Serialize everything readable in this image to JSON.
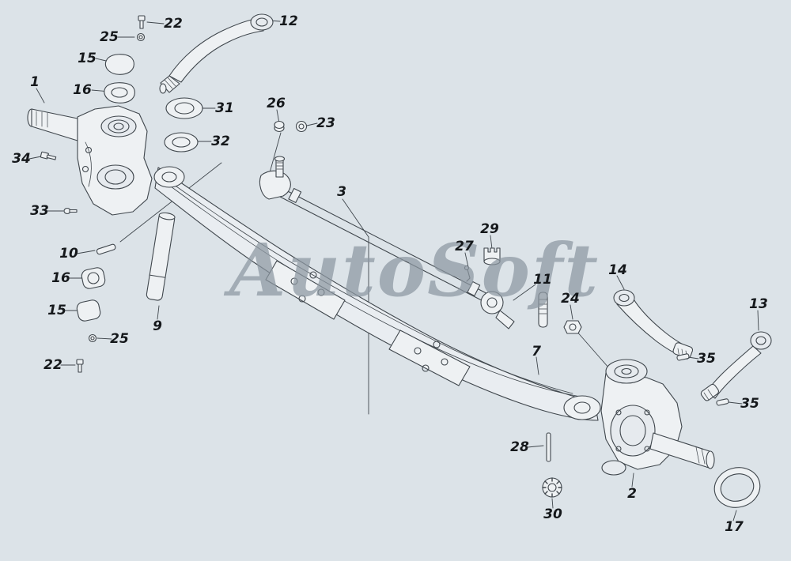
{
  "watermark": {
    "text": "AutoSoft"
  },
  "colors": {
    "background": "#dce3e8",
    "line": "#3f464c",
    "watermark": "#8d98a2",
    "label": "#15181b"
  },
  "callouts": [
    {
      "label": "22"
    },
    {
      "label": "25"
    },
    {
      "label": "15"
    },
    {
      "label": "16"
    },
    {
      "label": "12"
    },
    {
      "label": "1"
    },
    {
      "label": "31"
    },
    {
      "label": "32"
    },
    {
      "label": "26"
    },
    {
      "label": "23"
    },
    {
      "label": "34"
    },
    {
      "label": "33"
    },
    {
      "label": "10"
    },
    {
      "label": "16"
    },
    {
      "label": "15"
    },
    {
      "label": "25"
    },
    {
      "label": "22"
    },
    {
      "label": "9"
    },
    {
      "label": "3"
    },
    {
      "label": "27"
    },
    {
      "label": "29"
    },
    {
      "label": "11"
    },
    {
      "label": "24"
    },
    {
      "label": "14"
    },
    {
      "label": "13"
    },
    {
      "label": "35"
    },
    {
      "label": "35"
    },
    {
      "label": "7"
    },
    {
      "label": "28"
    },
    {
      "label": "2"
    },
    {
      "label": "30"
    },
    {
      "label": "17"
    }
  ]
}
